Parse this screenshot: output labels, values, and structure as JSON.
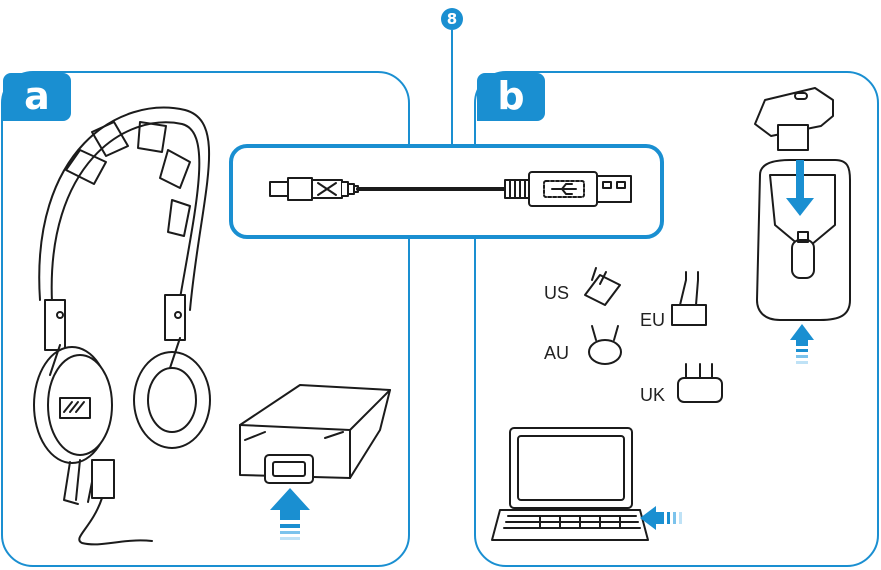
{
  "panels": {
    "a": {
      "label": "a"
    },
    "b": {
      "label": "b"
    }
  },
  "cable_callout": {
    "number": "8"
  },
  "plugs": {
    "us": "US",
    "eu": "EU",
    "au": "AU",
    "uk": "UK"
  },
  "colors": {
    "accent": "#1a8fd1",
    "line": "#1b1b1b",
    "arrow_light": "#7cc3ec"
  }
}
